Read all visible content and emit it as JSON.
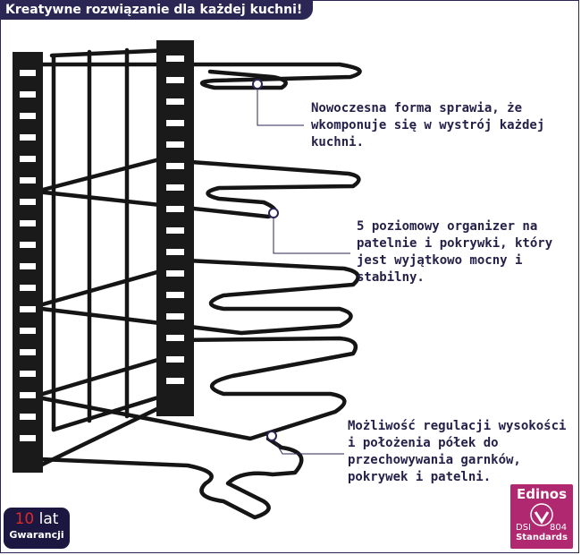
{
  "header": {
    "title": "Kreatywne rozwiązanie dla każdej kuchni!"
  },
  "callouts": [
    "Nowoczesna forma sprawia, że wkomponuje się w wystrój każdej kuchni.",
    "5 poziomowy organizer na patelnie i pokrywki, który jest wyjątkowo mocny i stabilny.",
    "Możliwość regulacji wysokości  i położenia półek do przechowywania garnków, pokrywek i patelni."
  ],
  "warranty": {
    "years": "10",
    "unit": "lat",
    "label": "Gwarancji"
  },
  "badge": {
    "brand": "Edinos",
    "dsi": "DSI",
    "number": "804",
    "label": "Standards"
  },
  "colors": {
    "navy": "#2b2755",
    "magenta": "#b0286f",
    "accent_red": "#e02828"
  }
}
